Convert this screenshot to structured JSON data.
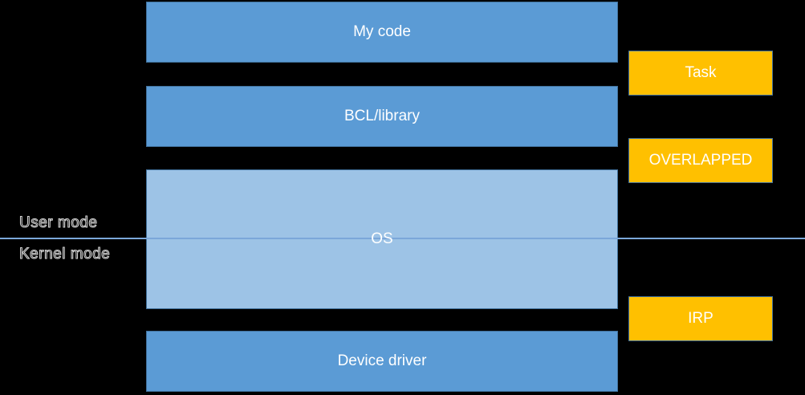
{
  "diagram": {
    "stack_boxes": [
      {
        "id": "my-code",
        "label": "My code"
      },
      {
        "id": "bcl-library",
        "label": "BCL/library"
      },
      {
        "id": "os",
        "label": "OS"
      },
      {
        "id": "device-driver",
        "label": "Device driver"
      }
    ],
    "side_boxes": [
      {
        "id": "task",
        "label": "Task"
      },
      {
        "id": "overlapped",
        "label": "OVERLAPPED"
      },
      {
        "id": "irp",
        "label": "IRP"
      }
    ],
    "mode_labels": {
      "user": "User mode",
      "kernel": "Kernel mode"
    },
    "colors": {
      "background": "#000000",
      "primary_box_fill": "#5B9BD5",
      "os_box_fill": "#9DC3E6",
      "box_border": "#41719C",
      "accent_box_fill": "#FFC000",
      "divider_line": "#7BA7D9",
      "box_text": "#FFFFFF"
    }
  }
}
